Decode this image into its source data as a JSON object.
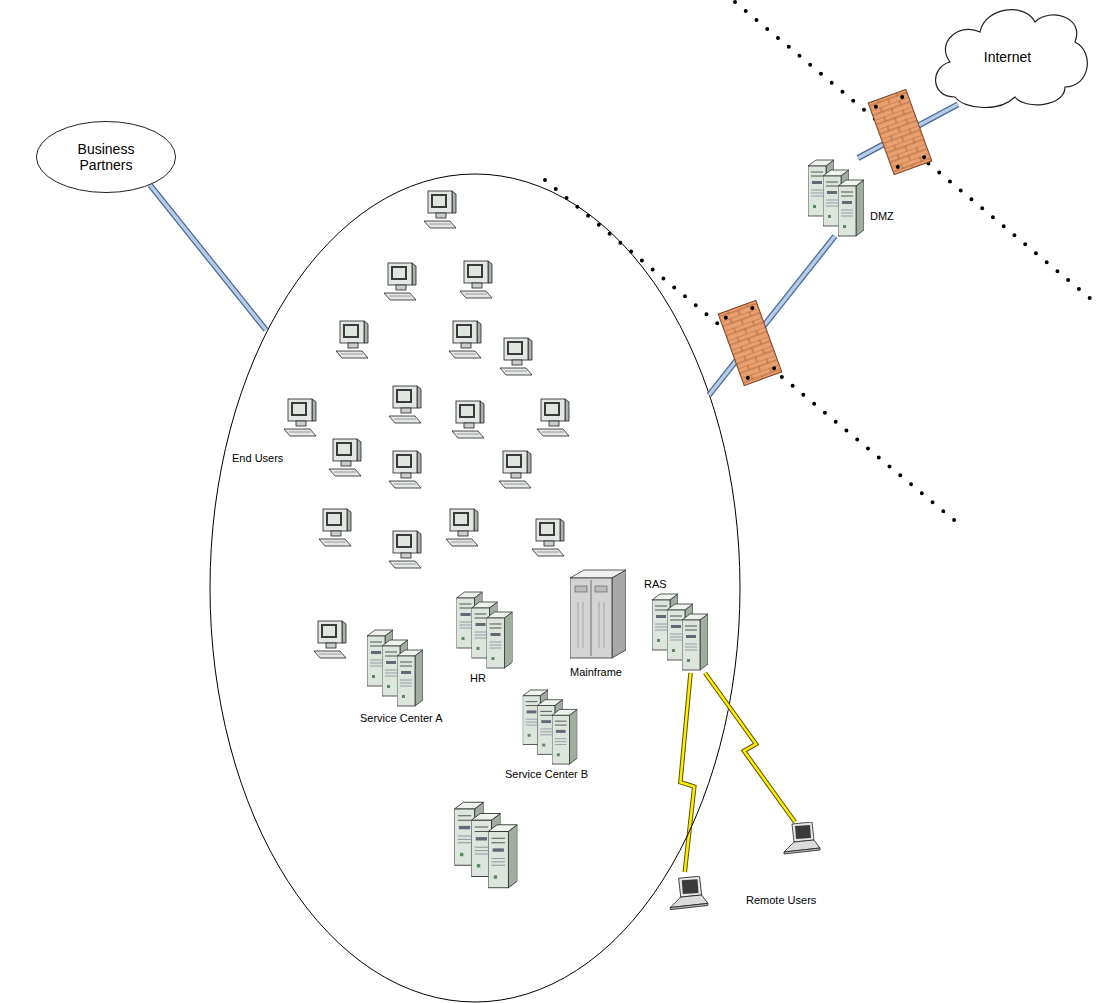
{
  "diagram": {
    "nodes": [
      {
        "text": [
          "Business Partners"
        ]
      },
      {
        "text": [
          "Internet"
        ]
      },
      {
        "text": [
          "DMZ"
        ]
      },
      {
        "text": [
          "End Users"
        ]
      },
      {
        "text": [
          "HR"
        ]
      },
      {
        "text": [
          "Mainframe"
        ]
      },
      {
        "text": [
          "RAS"
        ]
      },
      {
        "text": [
          "Service Center A"
        ]
      },
      {
        "text": [
          "Service Center B"
        ]
      },
      {
        "text": [
          "Remote Users"
        ]
      }
    ],
    "edges": [
      {
        "from": 1,
        "to": 2,
        "arrow": "none"
      },
      {
        "from": 6,
        "to": 9,
        "arrow": "none"
      }
    ]
  }
}
